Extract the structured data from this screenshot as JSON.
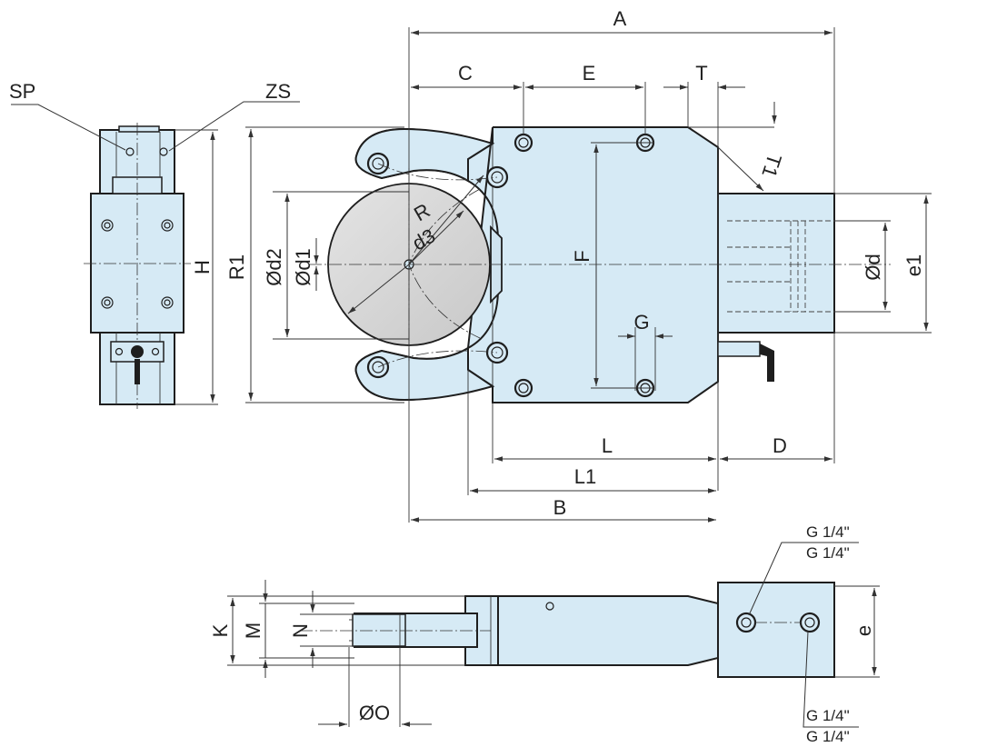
{
  "labels": {
    "A": "A",
    "C": "C",
    "E": "E",
    "T": "T",
    "T1": "T1",
    "SP": "SP",
    "ZS": "ZS",
    "H": "H",
    "R1": "R1",
    "d2": "Ød2",
    "d1": "Ød1",
    "R": "R",
    "d3": "d3",
    "F": "F",
    "G": "G",
    "d": "Ød",
    "e1": "e1",
    "L": "L",
    "D": "D",
    "L1": "L1",
    "B": "B",
    "K": "K",
    "M": "M",
    "N": "N",
    "O": "ØO",
    "e": "e",
    "port_top_1": "G 1/4\"",
    "port_top_2": "G 1/4\"",
    "port_bottom_1": "G 1/4\"",
    "port_bottom_2": "G 1/4\""
  },
  "colors": {
    "body_fill": "#d6eaf5",
    "disc_fill": "#d8d8d8",
    "line": "#1e1e1e"
  }
}
